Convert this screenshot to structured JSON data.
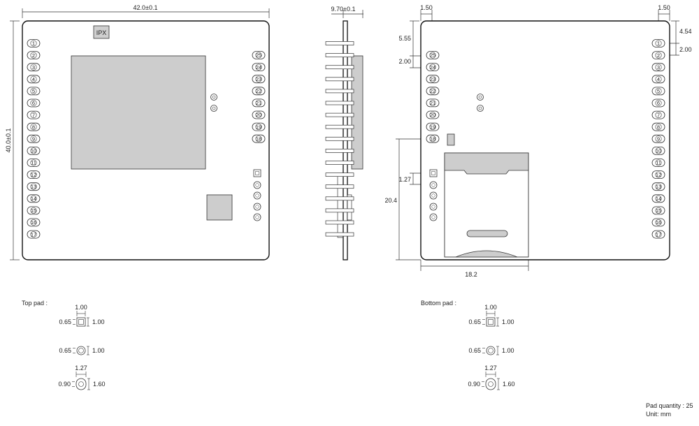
{
  "top_view": {
    "width_dim": "42.0±0.1",
    "height_dim": "40.0±0.1",
    "ipx_label": "IPX",
    "left_pins": [
      "1",
      "2",
      "3",
      "4",
      "5",
      "6",
      "7",
      "8",
      "9",
      "10",
      "11",
      "12",
      "13",
      "14",
      "15",
      "16",
      "17"
    ],
    "right_pins": [
      "25",
      "24",
      "23",
      "22",
      "21",
      "20",
      "19",
      "18"
    ]
  },
  "side_view": {
    "thickness_dim": "9.70±0.1"
  },
  "bottom_view": {
    "dim_left_top": "1.50",
    "dim_right_top": "1.50",
    "dim_5_55": "5.55",
    "dim_2_00_left": "2.00",
    "dim_4_54": "4.54",
    "dim_2_00_right": "2.00",
    "dim_1_27": "1.27",
    "dim_20_4": "20.4",
    "dim_18_2": "18.2",
    "left_pins": [
      "25",
      "24",
      "23",
      "22",
      "21",
      "20",
      "19",
      "18"
    ],
    "right_pins": [
      "1",
      "2",
      "3",
      "4",
      "5",
      "6",
      "7",
      "8",
      "9",
      "10",
      "11",
      "12",
      "13",
      "14",
      "15",
      "16",
      "17"
    ]
  },
  "top_pad": {
    "title": "Top pad :",
    "rows": [
      {
        "top": "1.00",
        "left": "0.65",
        "right": "1.00"
      },
      {
        "top": "",
        "left": "0.65",
        "right": "1.00"
      },
      {
        "top": "1.27",
        "left": "0.90",
        "right": "1.60"
      }
    ]
  },
  "bottom_pad": {
    "title": "Bottom pad :",
    "rows": [
      {
        "top": "1.00",
        "left": "0.65",
        "right": "1.00"
      },
      {
        "top": "",
        "left": "0.65",
        "right": "1.00"
      },
      {
        "top": "1.27",
        "left": "0.90",
        "right": "1.60"
      }
    ]
  },
  "footer": {
    "pad_quantity": "Pad quantity : 25",
    "unit": "Unit:   mm"
  }
}
